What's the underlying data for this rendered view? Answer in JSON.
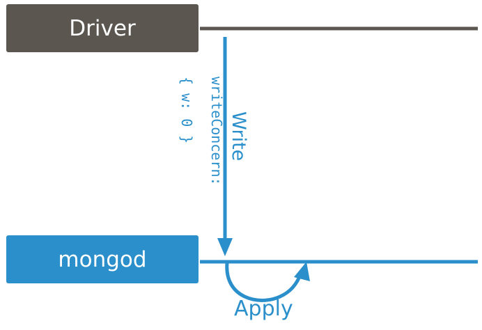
{
  "driver": {
    "label": "Driver"
  },
  "mongod": {
    "label": "mongod"
  },
  "write": {
    "label": "Write"
  },
  "write_concern": {
    "key": "writeConcern:",
    "value": "{ w: 0 }"
  },
  "apply": {
    "label": "Apply"
  },
  "colors": {
    "driver": "#5b5750",
    "mongod": "#2a8fca"
  }
}
